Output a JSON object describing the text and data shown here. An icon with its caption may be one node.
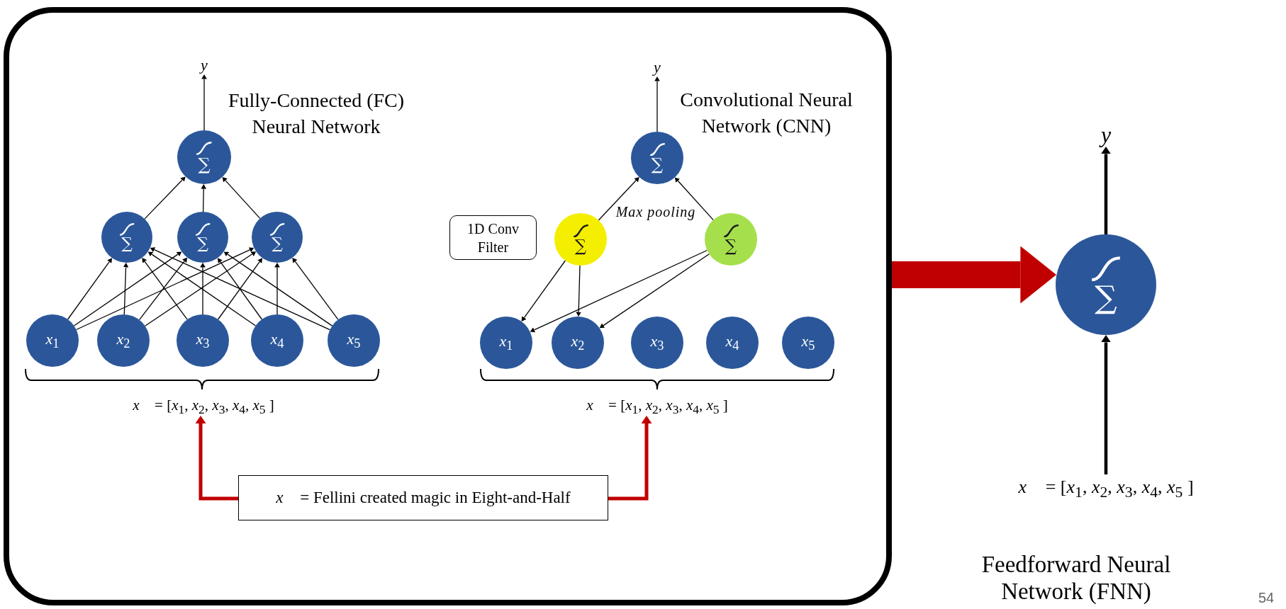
{
  "diagram": {
    "nodes": [
      {
        "text": [],
        "shape": "box"
      },
      {
        "text": [
          "y"
        ],
        "in": 0
      },
      {
        "text": [
          "∑"
        ],
        "in": 0
      },
      {
        "text": [
          "∑"
        ],
        "in": 0
      },
      {
        "text": [
          "∑"
        ],
        "in": 0
      },
      {
        "text": [
          "∑"
        ],
        "in": 0
      },
      {
        "text": [
          "*x*$_{1}$"
        ],
        "in": 0
      },
      {
        "text": [
          "*x*$_{2}$"
        ],
        "in": 0
      },
      {
        "text": [
          "*x*$_{3}$"
        ],
        "in": 0
      },
      {
        "text": [
          "*x*$_{4}$"
        ],
        "in": 0
      },
      {
        "text": [
          "*x*$_{5}$"
        ],
        "in": 0
      },
      {
        "text": [
          "y"
        ],
        "in": 0
      },
      {
        "text": [
          "∑"
        ],
        "in": 0
      },
      {
        "text": [
          "∑"
        ],
        "in": 0
      },
      {
        "text": [
          "∑"
        ],
        "in": 0
      },
      {
        "text": [
          "1D Conv Filter"
        ],
        "in": 0
      },
      {
        "text": [
          "*x*$_{1}$"
        ],
        "in": 0
      },
      {
        "text": [
          "*x*$_{2}$"
        ],
        "in": 0
      },
      {
        "text": [
          "*x*$_{3}$"
        ],
        "in": 0
      },
      {
        "text": [
          "*x*$_{4}$"
        ],
        "in": 0
      },
      {
        "text": [
          "*x*$_{5}$"
        ],
        "in": 0
      },
      {
        "text": [
          "*x⃗* = [*x*$_{1}$, *x*$_{2}$, *x*$_{3}$, *x*$_{4}$, *x*$_{5}$ ]"
        ],
        "in": 0
      },
      {
        "text": [
          "*x⃗* = [*x*$_{1}$, *x*$_{2}$, *x*$_{3}$, *x*$_{4}$, *x*$_{5}$ ]"
        ],
        "in": 0
      },
      {
        "text": [
          "*x⃗* = Fellini created magic in Eight-and-Half"
        ],
        "in": 0
      },
      {
        "text": [
          "y"
        ]
      },
      {
        "text": [
          "∑"
        ]
      },
      {
        "text": [
          "*x⃗* = [*x*$_{1}$, *x*$_{2}$, *x*$_{3}$, *x*$_{4}$, *x*$_{5}$ ]"
        ]
      }
    ],
    "edges": [
      {
        "from": 2,
        "to": 1,
        "arrow": "to"
      },
      {
        "from": 3,
        "to": 2,
        "arrow": "to"
      },
      {
        "from": 4,
        "to": 2,
        "arrow": "to"
      },
      {
        "from": 5,
        "to": 2,
        "arrow": "to"
      },
      {
        "from": 6,
        "to": 3,
        "arrow": "to"
      },
      {
        "from": 6,
        "to": 4,
        "arrow": "to"
      },
      {
        "from": 6,
        "to": 5,
        "arrow": "to"
      },
      {
        "from": 7,
        "to": 3,
        "arrow": "to"
      },
      {
        "from": 7,
        "to": 4,
        "arrow": "to"
      },
      {
        "from": 7,
        "to": 5,
        "arrow": "to"
      },
      {
        "from": 8,
        "to": 3,
        "arrow": "to"
      },
      {
        "from": 8,
        "to": 4,
        "arrow": "to"
      },
      {
        "from": 8,
        "to": 5,
        "arrow": "to"
      },
      {
        "from": 9,
        "to": 3,
        "arrow": "to"
      },
      {
        "from": 9,
        "to": 4,
        "arrow": "to"
      },
      {
        "from": 9,
        "to": 5,
        "arrow": "to"
      },
      {
        "from": 10,
        "to": 3,
        "arrow": "to"
      },
      {
        "from": 10,
        "to": 4,
        "arrow": "to"
      },
      {
        "from": 10,
        "to": 5,
        "arrow": "to"
      },
      {
        "from": 12,
        "to": 11,
        "arrow": "to"
      },
      {
        "from": 13,
        "to": 12,
        "arrow": "to"
      },
      {
        "from": 14,
        "to": 12,
        "arrow": "to"
      },
      {
        "from": 13,
        "to": 16,
        "arrow": "to"
      },
      {
        "from": 13,
        "to": 17,
        "arrow": "to"
      },
      {
        "from": 14,
        "to": 16,
        "arrow": "to"
      },
      {
        "from": 14,
        "to": 17,
        "arrow": "to"
      },
      {
        "from": 23,
        "to": 21,
        "arrow": "to",
        "style": "thick",
        "color": "#c00000"
      },
      {
        "from": 23,
        "to": 22,
        "arrow": "to",
        "style": "thick",
        "color": "#c00000"
      },
      {
        "from": 25,
        "to": 24,
        "arrow": "to",
        "style": "thick"
      },
      {
        "from": 26,
        "to": 25,
        "arrow": "to",
        "style": "thick"
      },
      {
        "from": 0,
        "to": 25,
        "arrow": "to",
        "style": "thick",
        "color": "#c00000"
      }
    ],
    "labels": [
      "Fully-Connected (FC) Neural Network",
      "Convolutional Neural Network (CNN)",
      "Max pooling",
      "Feedforward Neural Network (FNN)",
      "54"
    ]
  }
}
